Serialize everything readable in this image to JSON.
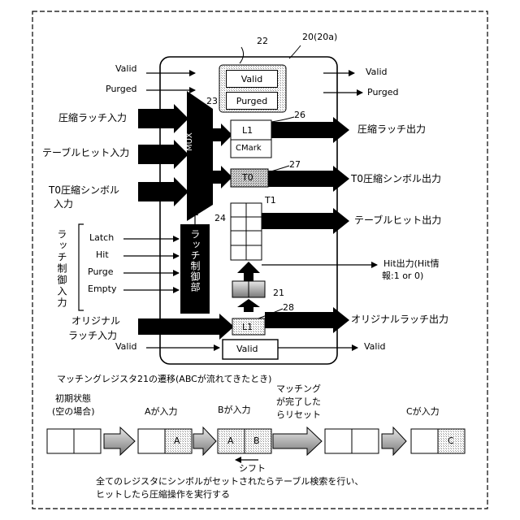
{
  "labels": {
    "ref_22": "22",
    "ref_20": "20(20a)",
    "ref_23": "23",
    "ref_26": "26",
    "ref_27": "27",
    "ref_t1": "T1",
    "ref_24": "24",
    "ref_21": "21",
    "ref_28": "28",
    "valid_reg": "Valid",
    "purged_reg": "Purged",
    "l1_reg": "L1",
    "cmark_reg": "CMark",
    "t0_reg": "T0",
    "l1_bottom_reg": "L1",
    "valid_bottom_reg": "Valid",
    "mux": "MUX",
    "latch_ctrl": "ラッチ制御部"
  },
  "inputs": {
    "valid": "Valid",
    "purged": "Purged",
    "comp_latch": "圧縮ラッチ入力",
    "table_hit": "テーブルヒット入力",
    "t0_comp_line1": "T0圧縮シンボル",
    "t0_comp_line2": "入力",
    "latch_ctrl_vertical": "ラッチ制御入力",
    "latch": "Latch",
    "hit": "Hit",
    "purge": "Purge",
    "empty": "Empty",
    "orig_line1": "オリジナル",
    "orig_line2": "ラッチ入力",
    "valid_bottom": "Valid"
  },
  "outputs": {
    "valid": "Valid",
    "purged": "Purged",
    "comp_latch": "圧縮ラッチ出力",
    "t0_comp": "T0圧縮シンボル出力",
    "table_hit": "テーブルヒット出力",
    "hit_line1": "Hit出力(Hit情",
    "hit_line2": "報:1 or 0)",
    "orig": "オリジナルラッチ出力",
    "valid_bottom": "Valid"
  },
  "transition": {
    "title": "マッチングレジスタ21の遷移(ABCが流れてきたとき)",
    "states": [
      {
        "line1": "初期状態",
        "line2": "(空の場合)",
        "left": "",
        "right": ""
      },
      {
        "line1": "Aが入力",
        "line2": "",
        "left": "",
        "right": "A"
      },
      {
        "line1": "Bが入力",
        "line2": "",
        "left": "A",
        "right": "B"
      },
      {
        "line1": "マッチング",
        "line2": "が完了した",
        "line3": "らリセット",
        "left": "",
        "right": ""
      },
      {
        "line1": "Cが入力",
        "line2": "",
        "left": "",
        "right": "C"
      }
    ],
    "shift_label": "シフト",
    "note_line1": "全てのレジスタにシンボルがセットされたらテーブル検索を行い、",
    "note_line2": "ヒットしたら圧縮操作を実行する"
  }
}
